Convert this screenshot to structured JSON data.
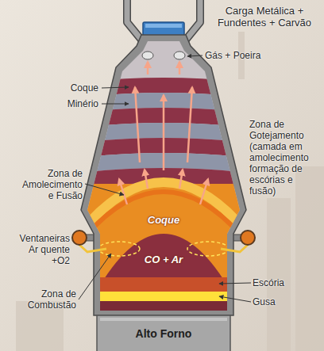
{
  "diagram": {
    "labels": [
      "Carga Metálica + Fundentes + Carvão",
      "Gás + Poeira",
      "Coque",
      "Minério",
      "Zona de Gotejamento (camada em amolecimento formação de escórias e fusão)",
      "Zona de Amolecimento e Fusão",
      "Coque",
      "CO + Ar",
      "Ventaneiras Ar quente +O2",
      "Escória",
      "Zona de Combustão",
      "Gusa",
      "Alto Forno"
    ]
  }
}
